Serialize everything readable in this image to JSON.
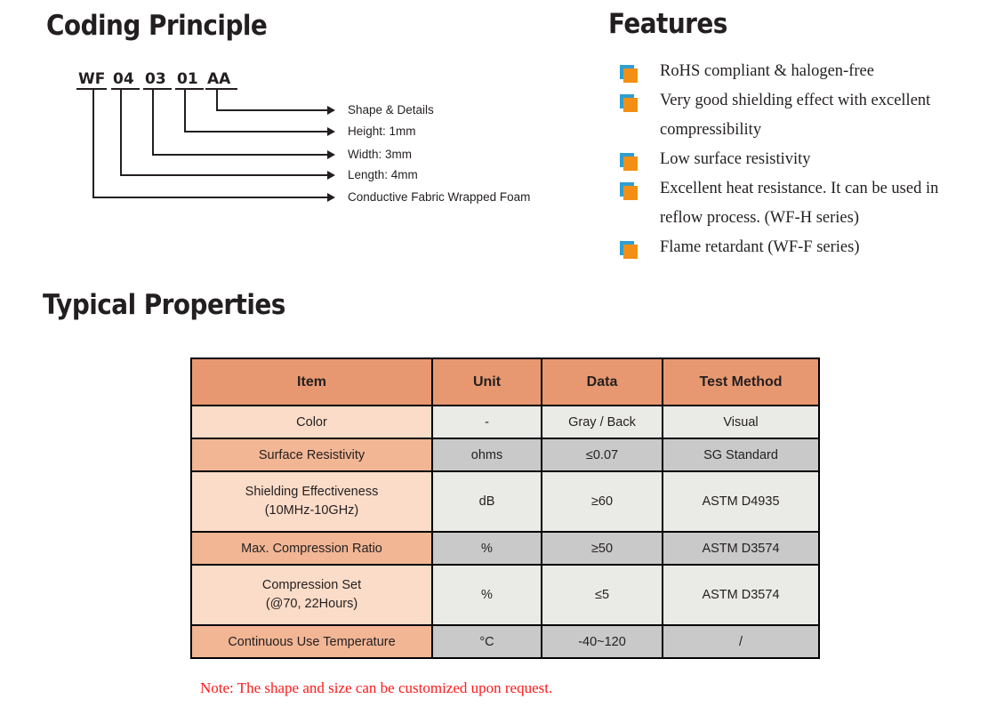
{
  "sections": {
    "coding_principle_title": "Coding Principle",
    "features_title": "Features",
    "typical_properties_title": "Typical Properties"
  },
  "coding": {
    "segments": [
      {
        "text": "WF"
      },
      {
        "text": "04"
      },
      {
        "text": "03"
      },
      {
        "text": "01"
      },
      {
        "text": "AA"
      }
    ],
    "callouts": [
      {
        "label": "Shape & Details"
      },
      {
        "label": "Height: 1mm"
      },
      {
        "label": "Width: 3mm"
      },
      {
        "label": "Length: 4mm"
      },
      {
        "label": "Conductive Fabric Wrapped Foam"
      }
    ]
  },
  "features": {
    "items": [
      {
        "text": "RoHS compliant & halogen-free"
      },
      {
        "text": "Very good shielding effect with excellent compressibility"
      },
      {
        "text": "Low surface resistivity"
      },
      {
        "text": "Excellent heat resistance. It can be used in reflow process. (WF-H series)"
      },
      {
        "text": "Flame retardant (WF-F series)"
      }
    ],
    "bullet_colors": {
      "front": "#f28f14",
      "back": "#2f9fd0"
    }
  },
  "table": {
    "headers": [
      "Item",
      "Unit",
      "Data",
      "Test Method"
    ],
    "rows": [
      {
        "item": "Color",
        "unit": "-",
        "data": "Gray / Back",
        "test": "Visual"
      },
      {
        "item": "Surface Resistivity",
        "unit": "ohms",
        "data": "≤0.07",
        "test": "SG Standard"
      },
      {
        "item_line1": "Shielding Effectiveness",
        "item_line2": "(10MHz-10GHz)",
        "unit": "dB",
        "data": "≥60",
        "test": "ASTM D4935"
      },
      {
        "item": "Max. Compression Ratio",
        "unit": "%",
        "data": "≥50",
        "test": "ASTM D3574"
      },
      {
        "item_line1": "Compression Set",
        "item_line2": "(@70, 22Hours)",
        "unit": "%",
        "data": "≤5",
        "test": "ASTM D3574"
      },
      {
        "item": "Continuous Use Temperature",
        "unit": "°C",
        "data": "-40~120",
        "test": "/"
      }
    ],
    "colors": {
      "header_fill": "#E89870",
      "item_light": "#FBDCC8",
      "item_dark": "#F2B695",
      "rest_light": "#EAEAE6",
      "rest_dark": "#C9C9C9",
      "border": "#000000"
    }
  },
  "note": {
    "text": "Note: The shape and size can be customized upon request.",
    "color": "#ff1a1a"
  }
}
